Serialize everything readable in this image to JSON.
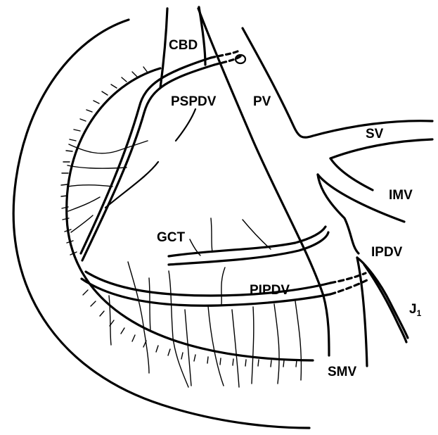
{
  "labels": {
    "cbd": "CBD",
    "pspdv": "PSPDV",
    "pv": "PV",
    "sv": "SV",
    "imv": "IMV",
    "gct": "GCT",
    "ipdv": "IPDV",
    "pipdv": "PIPDV",
    "j1_main": "J",
    "j1_sub": "1",
    "smv": "SMV"
  }
}
